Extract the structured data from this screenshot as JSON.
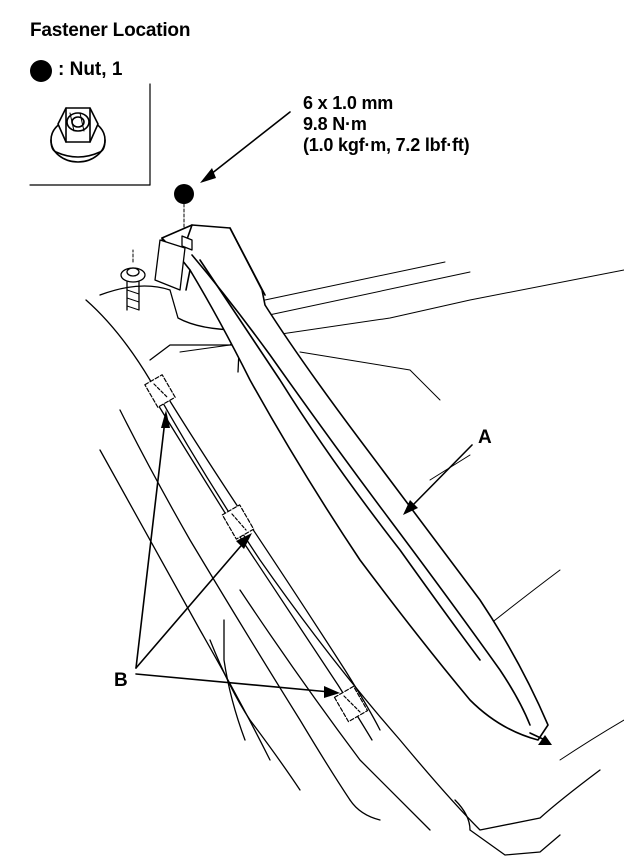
{
  "header": {
    "title": "Fastener Location"
  },
  "legend": {
    "label": ": Nut, 1"
  },
  "spec": {
    "line1": "6 x 1.0 mm",
    "line2": "9.8 N·m",
    "line3": "(1.0 kgf·m, 7.2 lbf·ft)"
  },
  "callouts": {
    "a": "A",
    "b": "B"
  }
}
